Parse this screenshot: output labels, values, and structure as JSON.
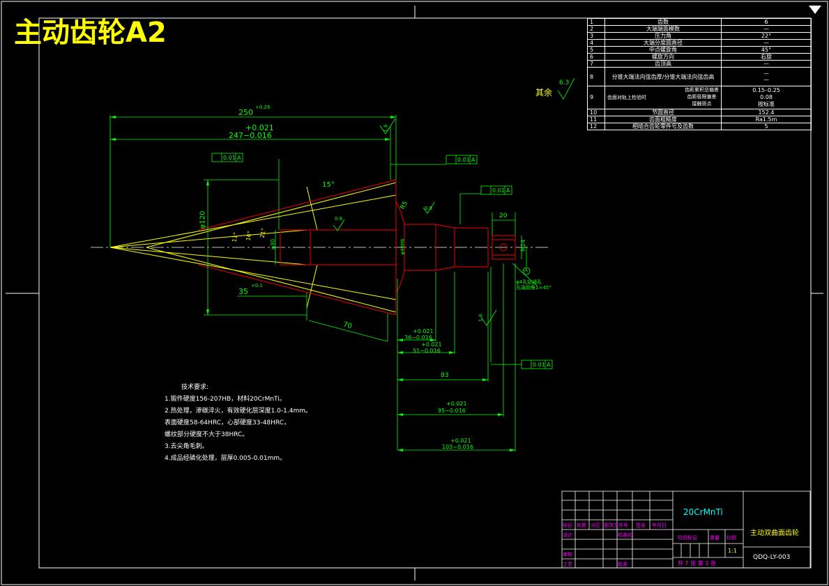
{
  "sheet": {
    "title": "主动齿轮A2"
  },
  "params": [
    {
      "no": "1",
      "name": "齿数",
      "value": "6"
    },
    {
      "no": "2",
      "name": "大端端面模数",
      "value": "—"
    },
    {
      "no": "3",
      "name": "压力角",
      "value": "22°"
    },
    {
      "no": "4",
      "name": "大端分度圆直径",
      "value": "—"
    },
    {
      "no": "5",
      "name": "中点螺旋角",
      "value": "45°"
    },
    {
      "no": "6",
      "name": "螺旋方向",
      "value": "右旋"
    },
    {
      "no": "7",
      "name": "齿顶高",
      "value": "—"
    },
    {
      "no": "8",
      "name": "分锥大端法向弦齿厚/分锥大端法向弦齿高",
      "value": "—",
      "value2": "—"
    },
    {
      "no": "9",
      "name": "齿面对轨上检验时",
      "sub": [
        "齿距累积总偏差",
        "齿距极限偏差",
        "接触斑点"
      ],
      "value": "0.15–0.25",
      "value2": "0.08",
      "value3": "按标准"
    },
    {
      "no": "10",
      "name": "节圆直径",
      "value": "152.4"
    },
    {
      "no": "11",
      "name": "齿面粗糙度",
      "value": "Ra1.5m"
    },
    {
      "no": "12",
      "name": "相啮合齿轮零件号及齿数",
      "value": "5"
    }
  ],
  "roughness": {
    "label": "其余",
    "value": "6.3"
  },
  "dimensions": {
    "d250": "250",
    "d250_tol": "+0.26",
    "d247": "247−0.016",
    "d247_tol": "+0.021",
    "phi120": "φ120",
    "phi30": "φ30",
    "phi40": "φ40H6",
    "m24": "M24",
    "d35": "35",
    "d35_tol": "+0.1",
    "d70": "70",
    "d15deg": "15°",
    "d20": "20",
    "d36": "36−0.016",
    "d36_tol": "+0.021",
    "d51": "51−0.016",
    "d51_tol": "+0.021",
    "d83": "83",
    "d95": "95−0.016",
    "d95_tol": "+0.021",
    "d103": "103−0.016",
    "d103_tol": "+0.021",
    "r5": "R5",
    "ang11": "11°",
    "ang16": "16°",
    "ang21": "21°",
    "hole": "φ4孔钻通孔",
    "hole2": "孔端倒角1×45°",
    "datumA": "A"
  },
  "tolerances": {
    "runout": "0.01",
    "datum": "A"
  },
  "surface_marks": {
    "r16": "1.6",
    "r08": "0.8"
  },
  "notes": {
    "heading": "技术要求:",
    "lines": [
      "1.锻件硬度156-207HB，材料20CrMnTi。",
      "2.热处理，渗碳淬火，有效硬化层深度1.0-1.4mm。",
      "表面硬度58-64HRC，心部硬度33-48HRC，",
      "螺纹部分硬度不大于38HRC。",
      "3.去尖角毛刺。",
      "4.成品经磷化处理，层厚0.005-0.01mm。"
    ]
  },
  "title_block": {
    "material": "20CrMnTi",
    "part_name": "主动双曲面齿轮",
    "drawing_no": "QDQ-LY-003",
    "scale": "1:1",
    "sheets": "共 7 张  第 3 张",
    "labels": {
      "mark": "标记",
      "count": "处数",
      "zone": "分区",
      "docno": "更改文件号",
      "sign": "签名",
      "date": "年月日",
      "design": "设计",
      "standard": "标准化",
      "stage": "阶段标记",
      "weight": "重量",
      "ratio": "比例",
      "check": "审核",
      "process": "工艺",
      "approve": "批准"
    }
  },
  "colors": {
    "outline": "#ffffff",
    "dimension": "#00ff00",
    "part": "#cc0000",
    "pitch_line": "#ffff00",
    "axis": "#ffffff",
    "label_magenta": "#ff00ff",
    "label_cyan": "#00ffff"
  }
}
